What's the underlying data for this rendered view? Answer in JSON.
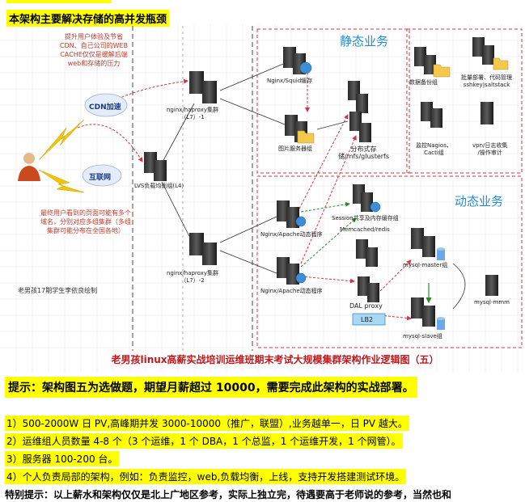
{
  "header": {
    "title": "本架构主要解决存储的高并发瓶颈"
  },
  "diagram": {
    "notes": {
      "cdn_note": "提升用户体验及节省CDN、自己公司的WEB CACHE仅仅是缓解后端web和存储的压力",
      "region_note": "最终用户看到的页面可能有多个域名，分别对应多组集群（多组集群可能分布在全国各地）"
    },
    "clouds": {
      "cdn": "CDN加速",
      "internet": "互联网"
    },
    "nodes": {
      "lvs": "LVS负载均衡组(L4)",
      "haproxy1": "nginx/haproxy集群\n（L7）-1",
      "haproxy2": "nginx/haproxy集群\n（L7）-2",
      "squid": "Nginx/Squid缓存",
      "image_servers": "图片服务器组",
      "dist_storage": "分布式存\n储/mfs/glusterfs",
      "apache1": "Nginx/Apache动态程序",
      "apache2": "Nginx/Apache动态程序",
      "session": "Session共享及内存缓存组",
      "memcached": "Memcached/redis",
      "dal": "DAL proxy",
      "lb2": "LB2",
      "mysql_master": "mysql-master组",
      "mysql_slave": "mysql-slave组",
      "mysql_mmm": "mysql-mmm",
      "data_backup": "数据备份组",
      "batch_deploy": "批量部署、代码管理\nsshkey|saltstack",
      "monitor": "监控Nagios、\nCacti组",
      "vpn": "vpn/日志收集\n/操作审计"
    },
    "zones": {
      "static": "静态业务",
      "dynamic": "动态业务"
    },
    "author": "老男孩17期学生李依良绘制",
    "caption": "老男孩linux高薪实战培训运维班期末考试大规模集群架构作业逻辑图（五）"
  },
  "hint": "提示：架构图五为选做题，期望月薪超过 10000，需要完成此架构的实战部署。",
  "requirements": [
    "1）500-2000W 日 PV,高峰期并发 3000-10000（推广，联盟）,业务越单一，日 PV 越大。",
    "2）运维组人员数量 4-8 个（3 个运维，1 个 DBA，1 个总监，1 个运维开发，1 个网管）。",
    "3）服务器 100-200 台。",
    "4）个人负责局部的架构，例如：负责监控，web,负载均衡，上线，支持开发搭建测试环境。"
  ],
  "special_note": "特别提示：以上薪水和架构仅仅是北上广地区参考，实际上独立完，待遇要高于老师说的参考，当然也和",
  "colors": {
    "highlight": "#ffff00",
    "caption_red": "#c0171b",
    "zone_blue": "#1f8fd0",
    "dashed_red": "#d9333f"
  }
}
